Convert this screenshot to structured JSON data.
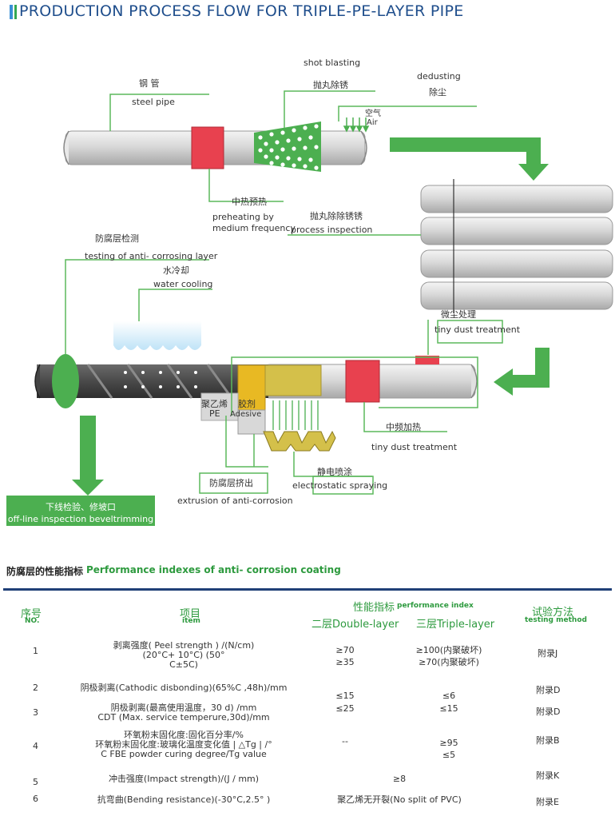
{
  "title": "PRODUCTION PROCESS FLOW FOR TRIPLE-PE-LAYER PIPE",
  "diagram": {
    "steel_pipe_cn": "钢 管",
    "steel_pipe_en": "steel pipe",
    "shot_blasting_en": "shot blasting",
    "shot_blasting_cn": "抛丸除锈",
    "dedusting_en": "dedusting",
    "dedusting_cn": "除尘",
    "air_cn": "空气",
    "air_en": "Air",
    "preheating_cn": "中热预热",
    "preheating_en_1": "preheating by",
    "preheating_en_2": "medium frequency",
    "process_inspection_cn": "抛丸除除锈锈",
    "process_inspection_en": "process inspection",
    "anti_corrosion_test_cn": "防腐层检测",
    "anti_corrosion_test_en": "testing of anti- corrosing layer",
    "water_cooling_cn": "水冷却",
    "water_cooling_en": "water cooling",
    "tiny_dust_cn": "微尘处理",
    "tiny_dust_en": "tiny dust treatment",
    "pe_cn": "聚乙烯",
    "pe_en": "PE",
    "adhesive_cn": "胶剂",
    "adhesive_en": "Adesive",
    "mf_heating_cn": "中频加热",
    "mf_heating_en": "tiny dust treatment",
    "electrostatic_cn": "静电喷涂",
    "electrostatic_en": "electrostatic spraying",
    "extrusion_cn": "防腐层挤出",
    "extrusion_en": "extrusion of anti-corrosion",
    "offline_cn": "下线检验、修坡口",
    "offline_en": "off-line inspection beveltrimming"
  },
  "performance": {
    "title_cn": "防腐层的性能指标",
    "title_en": "Performance indexes of anti- corrosion coating",
    "headers": {
      "no_cn": "序号",
      "no_en": "NO.",
      "item_cn": "项目",
      "item_en": "item",
      "index_cn": "性能指标",
      "index_en": "performance index",
      "double_layer": "二层Double-layer",
      "triple_layer": "三层Triple-layer",
      "method_cn": "试验方法",
      "method_en": "testing method"
    },
    "rows": [
      {
        "no": "1",
        "item_lines": [
          "剥离强度( Peel strength ) /(N/cm)",
          "(20°C+        10°C) (50°",
          "C±5C)"
        ],
        "double_lines": [
          "≥70",
          "≥35"
        ],
        "triple_lines": [
          "≥100(内聚破坏)",
          "≥70(内聚破坏)"
        ],
        "method": "附录J"
      },
      {
        "no": "2",
        "item_lines": [
          "阴极剥离(Cathodic disbonding)(65%C ,48h)/mm"
        ],
        "double_lines": [
          "≤15"
        ],
        "triple_lines": [
          "≤6"
        ],
        "method": "附录D"
      },
      {
        "no": "3",
        "item_lines": [
          "阴极剥离(最高使用温度，30 d) /mm",
          "CDT (Max. service temperure,30d)/mm"
        ],
        "double_lines": [
          "≤25"
        ],
        "triple_lines": [
          "≤15"
        ],
        "method": "附录D"
      },
      {
        "no": "4",
        "item_lines": [
          "环氧粉末固化度:固化百分率/%",
          "环氧粉末固化度:玻璃化温度变化值 | △Tg | /°",
          "C FBE powder curing degree/Tg value"
        ],
        "double_lines": [
          "--"
        ],
        "triple_lines": [
          "≥95",
          "≤5"
        ],
        "method": "附录B"
      },
      {
        "no": "5",
        "item_lines": [
          "冲击强度(Impact strength)/(J / mm)"
        ],
        "merged": "≥8",
        "method": "附录K"
      },
      {
        "no": "6",
        "item_lines": [
          "抗弯曲(Bending resistance)(-30°C,2.5° )"
        ],
        "merged": "聚乙烯无开裂(No split of PVC)",
        "method": "附录E"
      }
    ]
  },
  "colors": {
    "title_blue": "#1f4e8c",
    "arrow_green": "#4caf50",
    "label_green": "#2d9a3e",
    "heater_red": "#e8414f",
    "table_rule": "#1f3f77",
    "coating_yellow": "#e8b923"
  }
}
